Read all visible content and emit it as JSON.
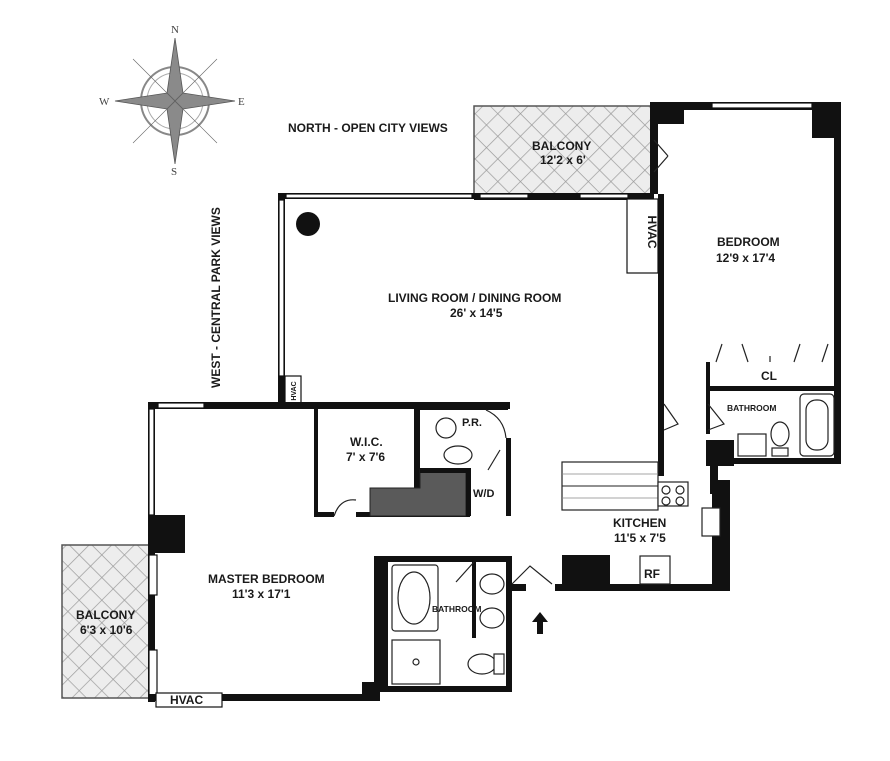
{
  "compass": {
    "n": "N",
    "s": "S",
    "e": "E",
    "w": "W"
  },
  "views": {
    "north": "NORTH - OPEN CITY VIEWS",
    "west": "WEST - CENTRAL PARK VIEWS"
  },
  "rooms": {
    "balcony_north": {
      "name": "BALCONY",
      "dims": "12'2 x 6'"
    },
    "bedroom": {
      "name": "BEDROOM",
      "dims": "12'9 x 17'4"
    },
    "living": {
      "name": "LIVING ROOM / DINING ROOM",
      "dims": "26' x 14'5"
    },
    "wic": {
      "name": "W.I.C.",
      "dims": "7' x 7'6"
    },
    "master": {
      "name": "MASTER BEDROOM",
      "dims": "11'3 x 17'1"
    },
    "balcony_west": {
      "name": "BALCONY",
      "dims": "6'3 x 10'6"
    },
    "kitchen": {
      "name": "KITCHEN",
      "dims": "11'5 x 7'5"
    }
  },
  "labels": {
    "hvac_top": "HVAC",
    "hvac_small": "HVAC",
    "hvac_bottom": "HVAC",
    "cl": "CL",
    "bathroom_right": "BATHROOM",
    "bathroom_master": "BATHROOM",
    "pr": "P.R.",
    "wd": "W/D",
    "rf": "RF"
  }
}
